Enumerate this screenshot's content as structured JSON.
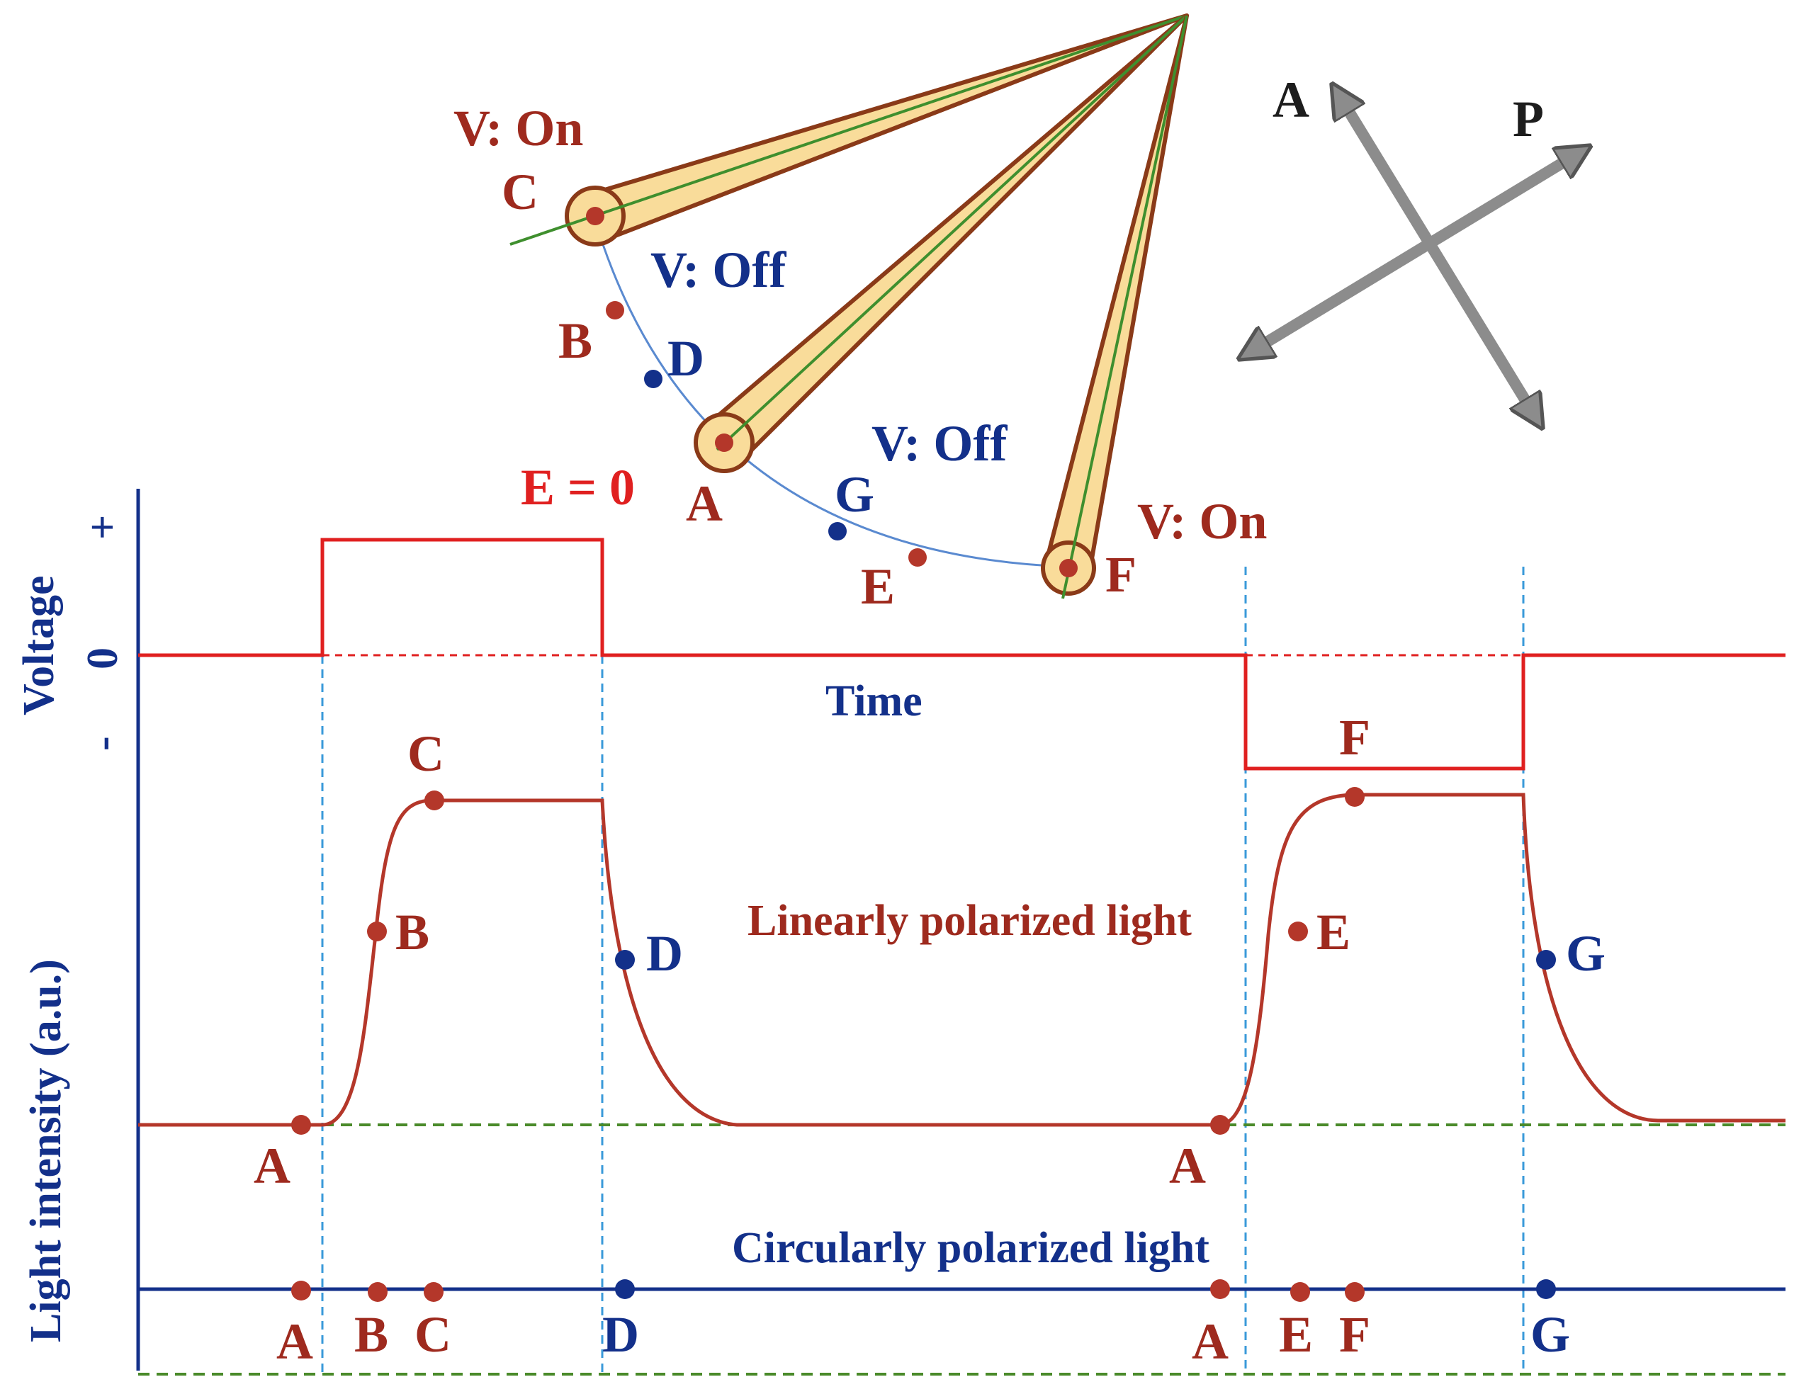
{
  "colors": {
    "red_curve": "#b4372a",
    "red_label": "#9e2a1e",
    "voltage": "#e02020",
    "blue": "#13308a",
    "dashed_guide": "#3a9ad9",
    "baseline_green": "#4a8a2a",
    "director_fill": "#f9dc9a",
    "director_edge": "#8a3a18",
    "arrow_gray": "#8c8c8c"
  },
  "director": {
    "labels": {
      "v_on_top": "V: On",
      "c": "C",
      "v_off_1": "V: Off",
      "b": "B",
      "d": "D",
      "a": "A",
      "e_zero": "E = 0",
      "v_off_2": "V: Off",
      "g": "G",
      "e": "E",
      "f": "F",
      "v_on_right": "V: On"
    }
  },
  "polarizers": {
    "analyzer": "A",
    "polarizer": "P"
  },
  "axes": {
    "voltage_label": "Voltage",
    "voltage_ticks": [
      "+",
      "0",
      "-"
    ],
    "time_label": "Time",
    "intensity_label": "Light intensity (a.u.)"
  },
  "voltage_trace": {
    "pulse_label_negative": "F"
  },
  "linear": {
    "title": "Linearly polarized light",
    "labels": {
      "a1": "A",
      "b": "B",
      "c": "C",
      "d": "D",
      "a2": "A",
      "e": "E",
      "f": "F",
      "g": "G"
    }
  },
  "circular": {
    "title": "Circularly polarized light",
    "labels": [
      "A",
      "B",
      "C",
      "D",
      "A",
      "E",
      "F",
      "G"
    ]
  }
}
